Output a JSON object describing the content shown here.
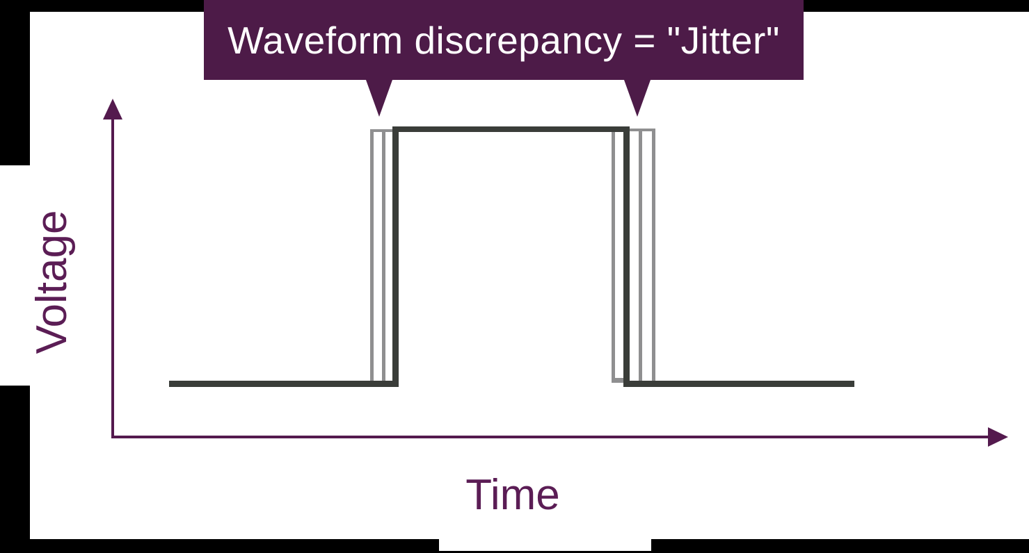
{
  "banner": {
    "text": "Waveform discrepancy = \"Jitter\""
  },
  "axes": {
    "y_label": "Voltage",
    "x_label": "Time"
  },
  "waveform": {
    "type": "square-pulse",
    "description": "Single positive square pulse on a voltage-vs-time sketch; thin ghost edge lines at the rising and falling transitions depict timing jitter, with callout arrows from the banner pointing at both jittered edges",
    "jitter_edges": [
      "rising",
      "falling"
    ]
  },
  "colors": {
    "bg": "#ffffff",
    "frame": "#000000",
    "banner_bg": "#4d1b48",
    "banner_text": "#ffffff",
    "marker": "#4d1b48",
    "axis": "#541a4e",
    "label": "#5b1d55",
    "wave_main": "#3a3d39",
    "wave_ghost": "#8f8f90"
  }
}
